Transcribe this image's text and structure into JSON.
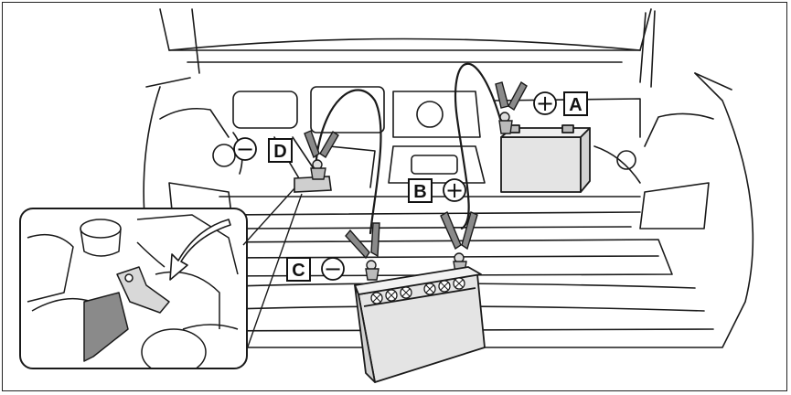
{
  "figure": {
    "labels": {
      "A": "A",
      "B": "B",
      "C": "C",
      "D": "D"
    },
    "signs": {
      "A": "+",
      "B": "+",
      "C": "−",
      "D": "−"
    },
    "colors": {
      "line": "#1a1a1a",
      "battery_fill": "#e4e4e4",
      "clamp_fill": "#8a8a8a",
      "background": "#ffffff"
    }
  }
}
